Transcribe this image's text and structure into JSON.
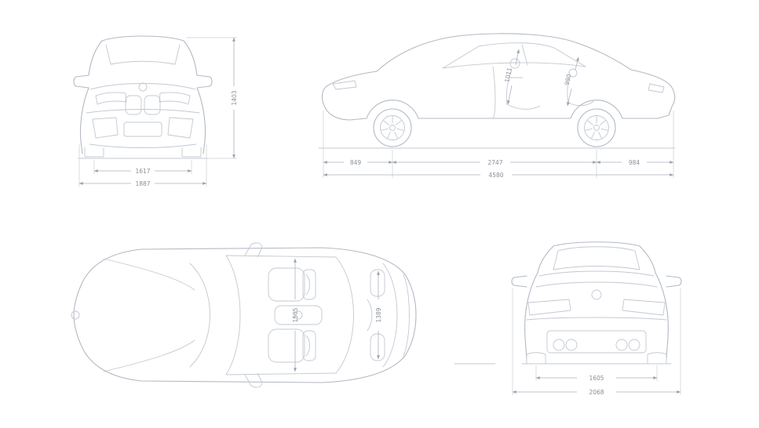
{
  "colors": {
    "line": "#b3b9c3",
    "dimension": "#adb2bc",
    "label": "#8a8f99"
  },
  "front": {
    "height": "1403",
    "track_width": "1617",
    "overall_width": "1887"
  },
  "side": {
    "front_overhang": "849",
    "wheelbase": "2747",
    "rear_overhang": "984",
    "overall_length": "4580",
    "headroom_front": "1011",
    "headroom_rear": "990"
  },
  "top": {
    "interior_width_front": "1505",
    "interior_width_rear": "1389"
  },
  "rear": {
    "track_width": "1605",
    "overall_width_mirrors": "2068"
  }
}
